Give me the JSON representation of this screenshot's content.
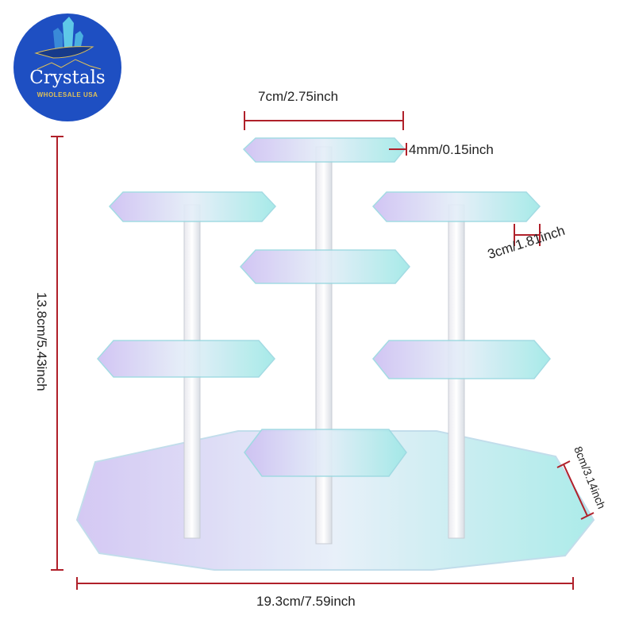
{
  "logo": {
    "brand": "Crystals",
    "tagline": "WHOLESALE USA",
    "background": "#1e4fc2",
    "accent": "#e1c156"
  },
  "dimensions": {
    "top_plate_width": "7cm/2.75inch",
    "plate_thickness": "4mm/0.15inch",
    "pole_spacing": "3cm/1.81inch",
    "total_height": "13.8cm/5.43inch",
    "base_depth": "8cm/3.14inch",
    "total_width": "19.3cm/7.59inch"
  },
  "colors": {
    "dimension_line": "#b0202a",
    "acrylic_purple": "#c9bdf0",
    "acrylic_cyan": "#9ee8e6"
  }
}
